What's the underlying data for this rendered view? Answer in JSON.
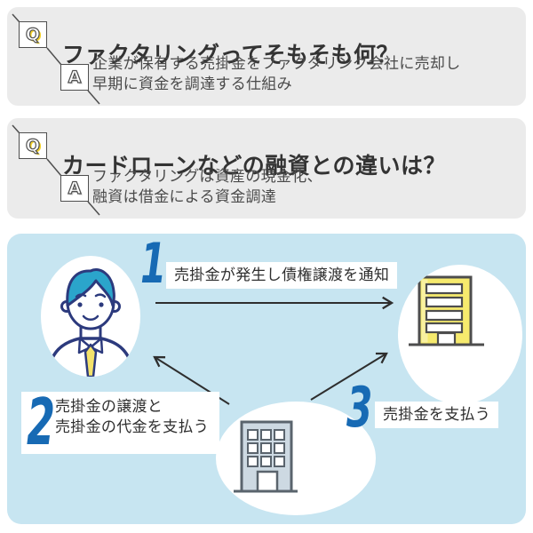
{
  "qa_section": {
    "blocks": [
      {
        "q_label": "Q",
        "a_label": "A",
        "question": "ファクタリングってそもそも何？",
        "answer_lines": [
          "企業が保有する売掛金をファクタリング会社に売却し",
          "早期に資金を調達する仕組み"
        ]
      },
      {
        "q_label": "Q",
        "a_label": "A",
        "question": "カードローンなどの融資との違いは？",
        "answer_lines": [
          "ファクタリングは資産の現金化、",
          "融資は借金による資金調達"
        ]
      }
    ]
  },
  "diagram": {
    "steps": [
      {
        "number": "1",
        "label": "売掛金が発生し債権譲渡を通知"
      },
      {
        "number": "2",
        "label_lines": [
          "売掛金の譲渡と",
          "売掛金の代金を支払う"
        ]
      },
      {
        "number": "3",
        "label": "売掛金を支払う"
      }
    ],
    "icons": [
      "person-avatar-icon",
      "yellow-building-icon",
      "gray-building-icon"
    ]
  },
  "colors": {
    "qa_block_bg": "#ebebeb",
    "panel_bg": "#c7e5f1",
    "step_number_blue": "#176ab4",
    "q_letter_yellow": "#f5d327",
    "avatar_hair_teal": "#2ba5cb",
    "avatar_outline_navy": "#2c3a7d",
    "tie_yellow": "#f3e26b",
    "building_yellow": "#f6ea6d",
    "building_yellow_stroke": "#4d4d4d",
    "building_gray_fill": "#cdd9e2",
    "building_gray_stroke": "#5a646d",
    "arrow_dark": "#2e2e2e",
    "title_text": "#333333",
    "answer_text": "#4a4a4a"
  }
}
